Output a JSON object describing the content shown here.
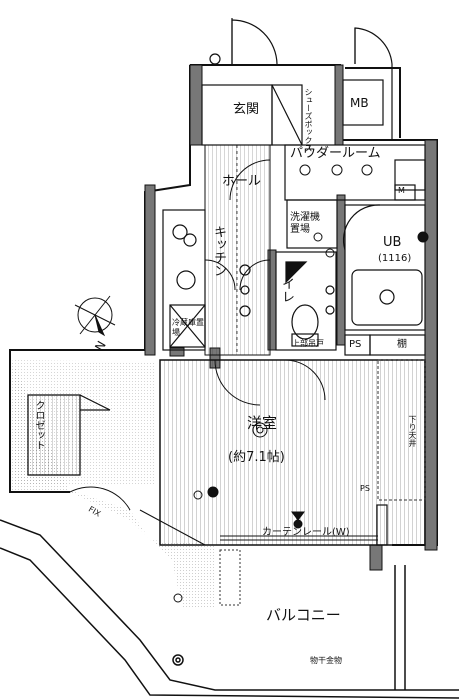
{
  "rooms": {
    "entrance": "玄関",
    "shoe_cabinet": "シューズボックス",
    "mb": "MB",
    "powder_room": "パウダールーム",
    "hall": "ホール",
    "washer": "洗濯機置場",
    "ub": "UB",
    "ub_size": "(1116)",
    "kitchen": "キッチン",
    "toilet": "トイレ",
    "fridge": "冷蔵庫置場",
    "ps_inner": "PS",
    "shelf": "棚",
    "western_room": "洋室",
    "western_room_size": "(約7.1帖)",
    "closet": "クロゼット",
    "ceiling_drop": "下り天井",
    "ps_outer": "PS",
    "curtain_rail": "カーテンレール(W)",
    "balcony": "バルコニー",
    "drying_rod": "物干金物",
    "fix": "FIX",
    "m_mark": "M",
    "upper_cabinet": "上部吊戸"
  },
  "compass": {
    "north": "N"
  }
}
